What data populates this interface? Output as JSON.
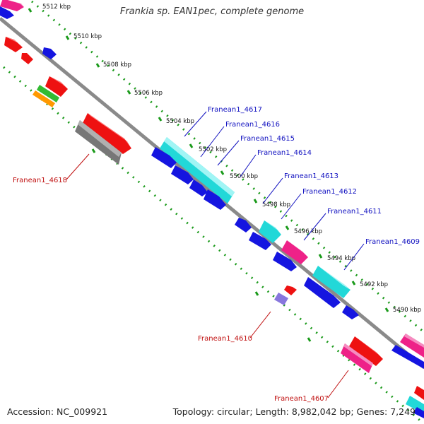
{
  "map": {
    "title": "Frankia sp. EAN1pec, complete genome",
    "accession_text": "Accession: NC_009921",
    "summary_text": "Topology: circular; Length: 8,982,042 bp; Genes: 7,249",
    "ticks": [
      "5512 kbp",
      "5510 kbp",
      "5508 kbp",
      "5506 kbp",
      "5504 kbp",
      "5502 kbp",
      "5500 kbp",
      "5498 kbp",
      "5496 kbp",
      "5494 kbp",
      "5492 kbp",
      "5490 kbp"
    ],
    "gene_labels": [
      {
        "text": "Franean1_4617",
        "color": "#1010c0"
      },
      {
        "text": "Franean1_4616",
        "color": "#1010c0"
      },
      {
        "text": "Franean1_4615",
        "color": "#1010c0"
      },
      {
        "text": "Franean1_4614",
        "color": "#1010c0"
      },
      {
        "text": "Franean1_4613",
        "color": "#1010c0"
      },
      {
        "text": "Franean1_4612",
        "color": "#1010c0"
      },
      {
        "text": "Franean1_4611",
        "color": "#1010c0"
      },
      {
        "text": "Franean1_4609",
        "color": "#1010c0"
      },
      {
        "text": "Franean1_4618",
        "color": "#c01010"
      },
      {
        "text": "Franean1_4610",
        "color": "#c01010"
      },
      {
        "text": "Franean1_4607",
        "color": "#c01010"
      }
    ],
    "colors": {
      "backbone": "#808080",
      "dotted_ring": "#1a9a1a",
      "blue": "#1515e0",
      "red": "#ee1111",
      "cyan": "#22e0e0",
      "magenta": "#ee2288",
      "gray": "#777777",
      "green": "#33bb33",
      "orange": "#ff9900",
      "purple": "#8877dd"
    }
  }
}
